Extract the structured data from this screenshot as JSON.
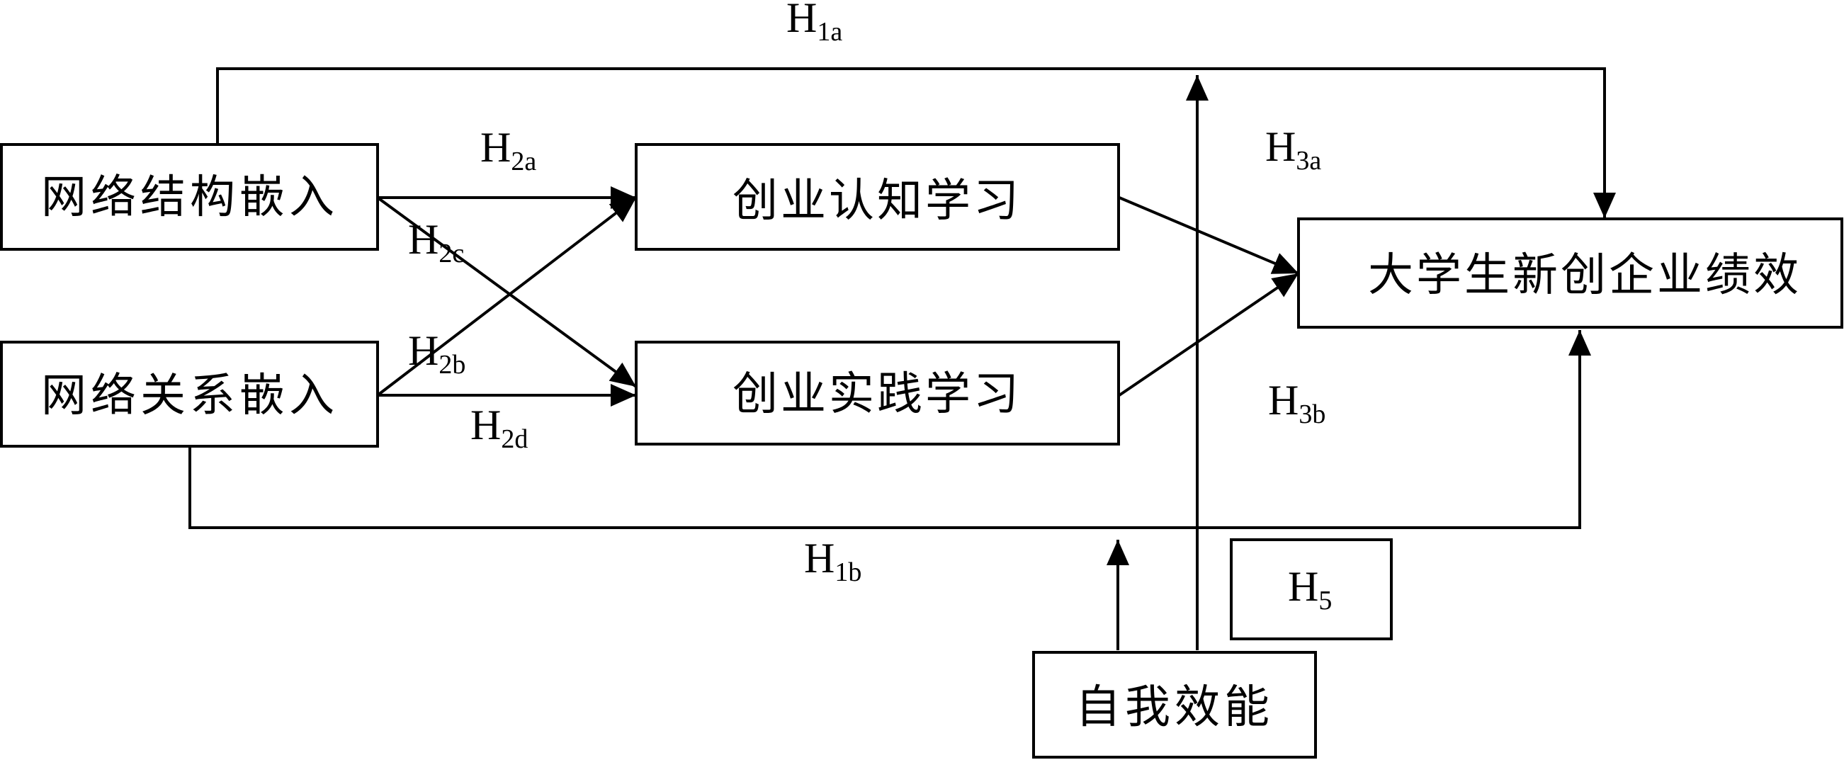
{
  "nodes": {
    "structural": "网络结构嵌入",
    "relational": "网络关系嵌入",
    "cognitive": "创业认知学习",
    "practice": "创业实践学习",
    "performance": "大学生新创企业绩效",
    "efficacy": "自我效能"
  },
  "hypotheses": {
    "h1a": {
      "main": "H",
      "sub": "1a"
    },
    "h1b": {
      "main": "H",
      "sub": "1b"
    },
    "h2a": {
      "main": "H",
      "sub": "2a"
    },
    "h2b": {
      "main": "H",
      "sub": "2b"
    },
    "h2c": {
      "main": "H",
      "sub": "2c"
    },
    "h2d": {
      "main": "H",
      "sub": "2d"
    },
    "h3a": {
      "main": "H",
      "sub": "3a"
    },
    "h3b": {
      "main": "H",
      "sub": "3b"
    },
    "h5": {
      "main": "H",
      "sub": "5"
    }
  },
  "colors": {
    "stroke": "#000000",
    "background": "#ffffff"
  }
}
